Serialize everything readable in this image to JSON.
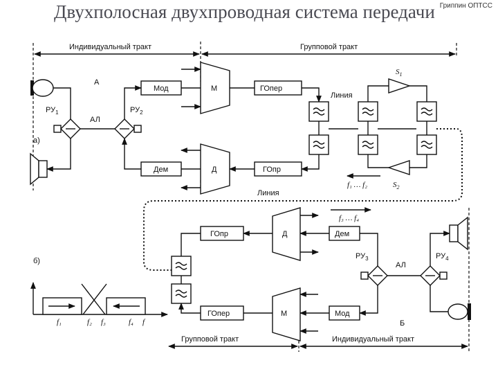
{
  "title": "Двухполосная двухпроводная система передачи",
  "corner_note": "Гриппин ОПТСС",
  "top": {
    "section_individual": "Индивидуальный тракт",
    "section_group": "Групповой тракт",
    "label_a_station": "А",
    "ru1": "РУ",
    "ru1_sub": "1",
    "ru2": "РУ",
    "ru2_sub": "2",
    "al": "АЛ",
    "part_a": "а)",
    "mod": "Мод",
    "dem": "Дем",
    "m": "М",
    "d": "Д",
    "gopr_tx": "ГОпер",
    "gopr_rx": "ГОпр",
    "line_upper": "Линия",
    "line_lower": "Линия",
    "s_upper": "S",
    "s_upper_sub": "1",
    "s_lower": "S",
    "s_lower_sub": "2",
    "band_low": "f₁ … f₂"
  },
  "bottom": {
    "band_high": "f₃ … f₄",
    "gopr_rx": "ГОпр",
    "gopr_tx": "ГОпер",
    "d": "Д",
    "m": "М",
    "dem": "Дем",
    "mod": "Мод",
    "part_b": "б)",
    "ru3": "РУ",
    "ru3_sub": "3",
    "ru4": "РУ",
    "ru4_sub": "4",
    "al": "АЛ",
    "label_b_station": "Б",
    "section_group": "Групповой тракт",
    "section_individual": "Индивидуальный тракт"
  },
  "spectrum": {
    "f1": "f₁",
    "f2": "f₂",
    "f3": "f₃",
    "f4": "f₄",
    "f": "f"
  }
}
